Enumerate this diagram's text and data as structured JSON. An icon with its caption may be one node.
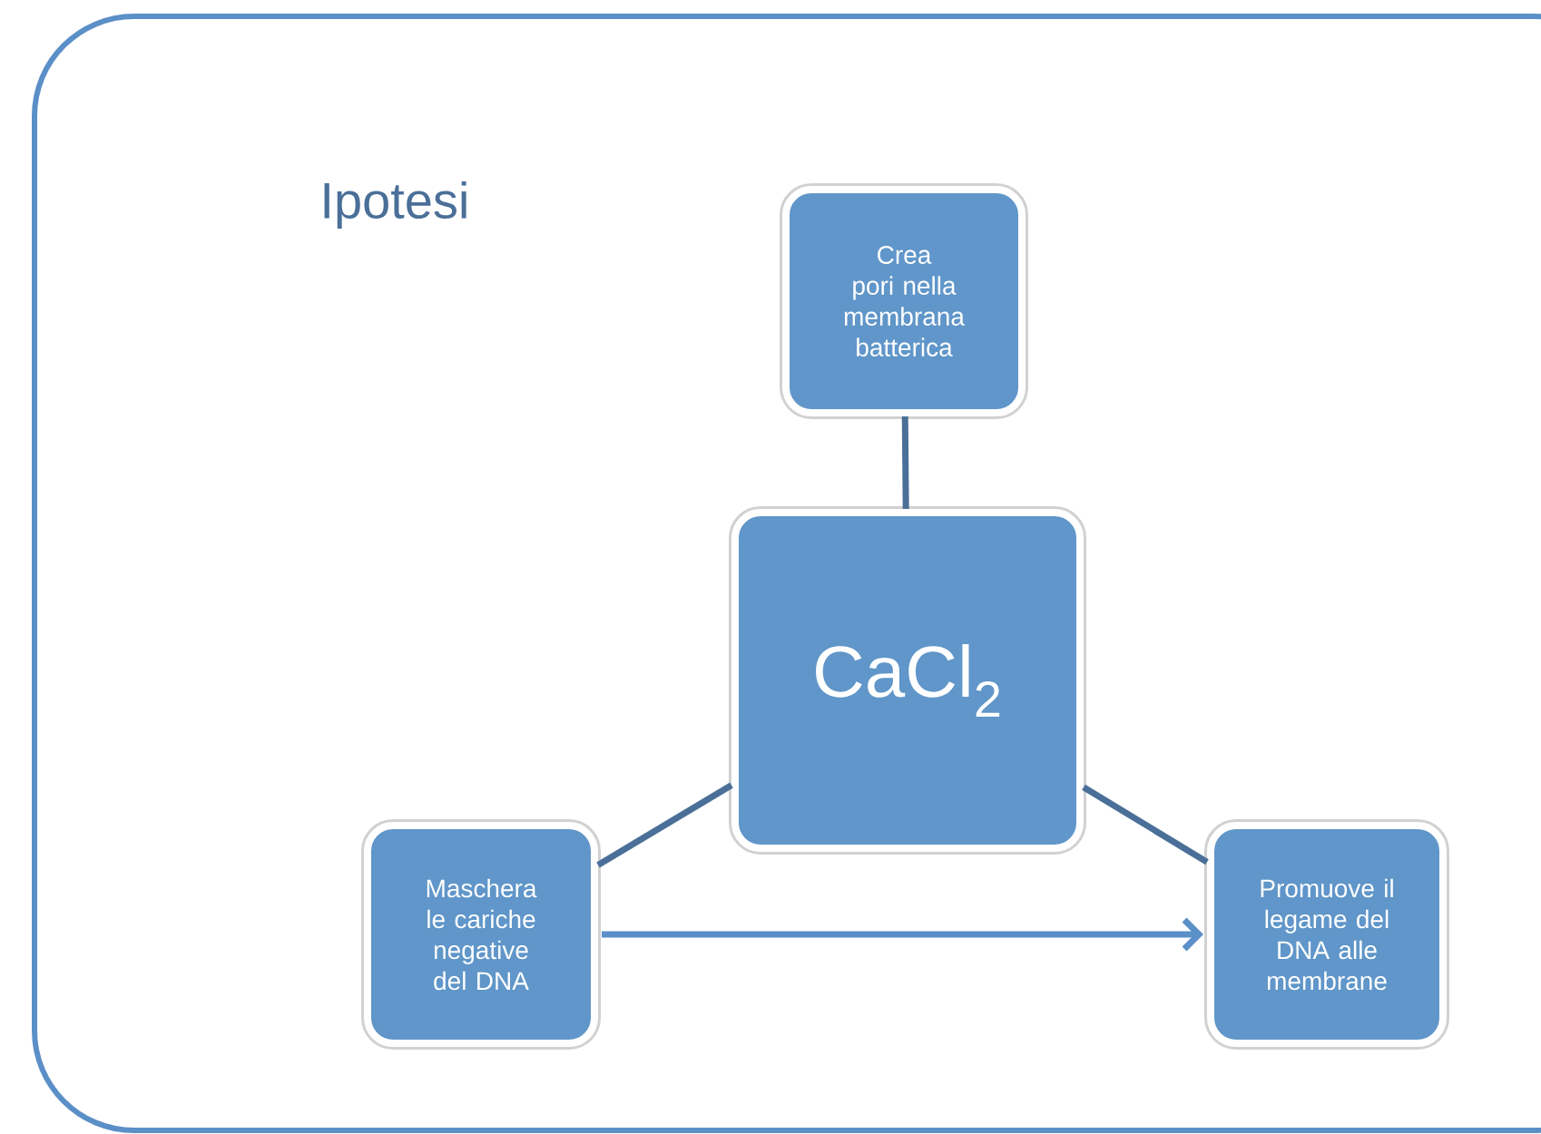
{
  "diagram": {
    "title": "Ipotesi",
    "nodes": [
      {
        "text": [
          "Crea pori nella membrana batterica"
        ]
      },
      {
        "text": [
          "CaCl$_{2}$"
        ]
      },
      {
        "text": [
          "Maschera le cariche negative del DNA"
        ]
      },
      {
        "text": [
          "Promuove il legame del DNA alle membrane"
        ]
      }
    ],
    "edges": [
      {
        "from": 1,
        "to": 0,
        "arrow": "none"
      },
      {
        "from": 1,
        "to": 2,
        "arrow": "none"
      },
      {
        "from": 1,
        "to": 3,
        "arrow": "none"
      },
      {
        "from": 2,
        "to": 3,
        "arrow": "to",
        "color": "#5b8fc7"
      }
    ]
  }
}
